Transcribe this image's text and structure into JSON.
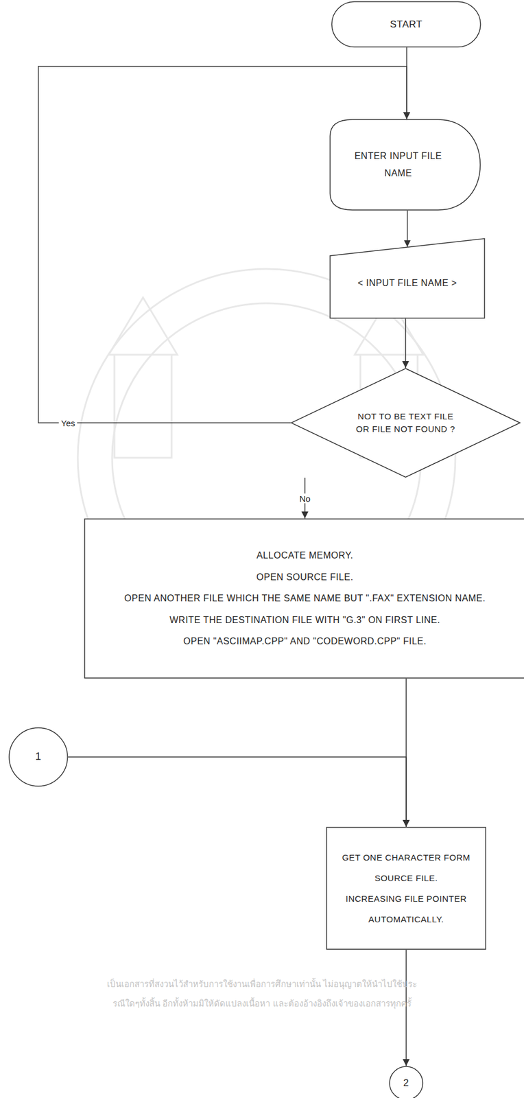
{
  "diagram": {
    "nodes": [
      {
        "text": [
          "START"
        ]
      },
      {
        "text": [
          "ENTER INPUT FILE NAME"
        ]
      },
      {
        "text": [
          "< INPUT FILE NAME >"
        ]
      },
      {
        "text": [
          "NOT TO BE TEXT FILE OR FILE NOT FOUND ?"
        ]
      },
      {
        "text": [
          "ALLOCATE MEMORY.",
          "OPEN SOURCE FILE.",
          "OPEN ANOTHER FILE WHICH THE SAME NAME BUT \".FAX\" EXTENSION NAME.",
          "WRITE THE DESTINATION FILE WITH \"G.3\" ON FIRST LINE.",
          "OPEN \"ASCIIMAP.CPP\" AND \"CODEWORD.CPP\" FILE."
        ]
      },
      {
        "text": [
          "1"
        ]
      },
      {
        "text": [
          "GET ONE CHARACTER FORM SOURCE FILE.",
          "INCREASING FILE POINTER AUTOMATICALLY."
        ]
      },
      {
        "text": [
          "2"
        ]
      }
    ],
    "edges": [
      {
        "from": 0,
        "to": 1,
        "arrow": "to"
      },
      {
        "from": 1,
        "to": 2,
        "arrow": "to"
      },
      {
        "from": 2,
        "to": 3,
        "arrow": "to"
      },
      {
        "from": 3,
        "to": 1,
        "label": "Yes",
        "arrow": "to"
      },
      {
        "from": 3,
        "to": 4,
        "label": "No",
        "arrow": "to"
      },
      {
        "from": 4,
        "to": 6,
        "arrow": "to"
      },
      {
        "from": 5,
        "to": 6,
        "arrow": "to"
      },
      {
        "from": 6,
        "to": 7,
        "arrow": "to"
      }
    ],
    "labels": [
      "เป็นเอกสารที่สงวนไว้สำหรับการใช้งานเพื่อการศึกษาเท่านั้น ไม่อนุญาตให้นำไปใช้ประ",
      "รณีใดๆทั้งสิ้น อีกทั้งห้ามมิให้ดัดแปลงเนื้อหา และต้องอ้างอิงถึงเจ้าของเอกสารทุกครั้"
    ]
  }
}
